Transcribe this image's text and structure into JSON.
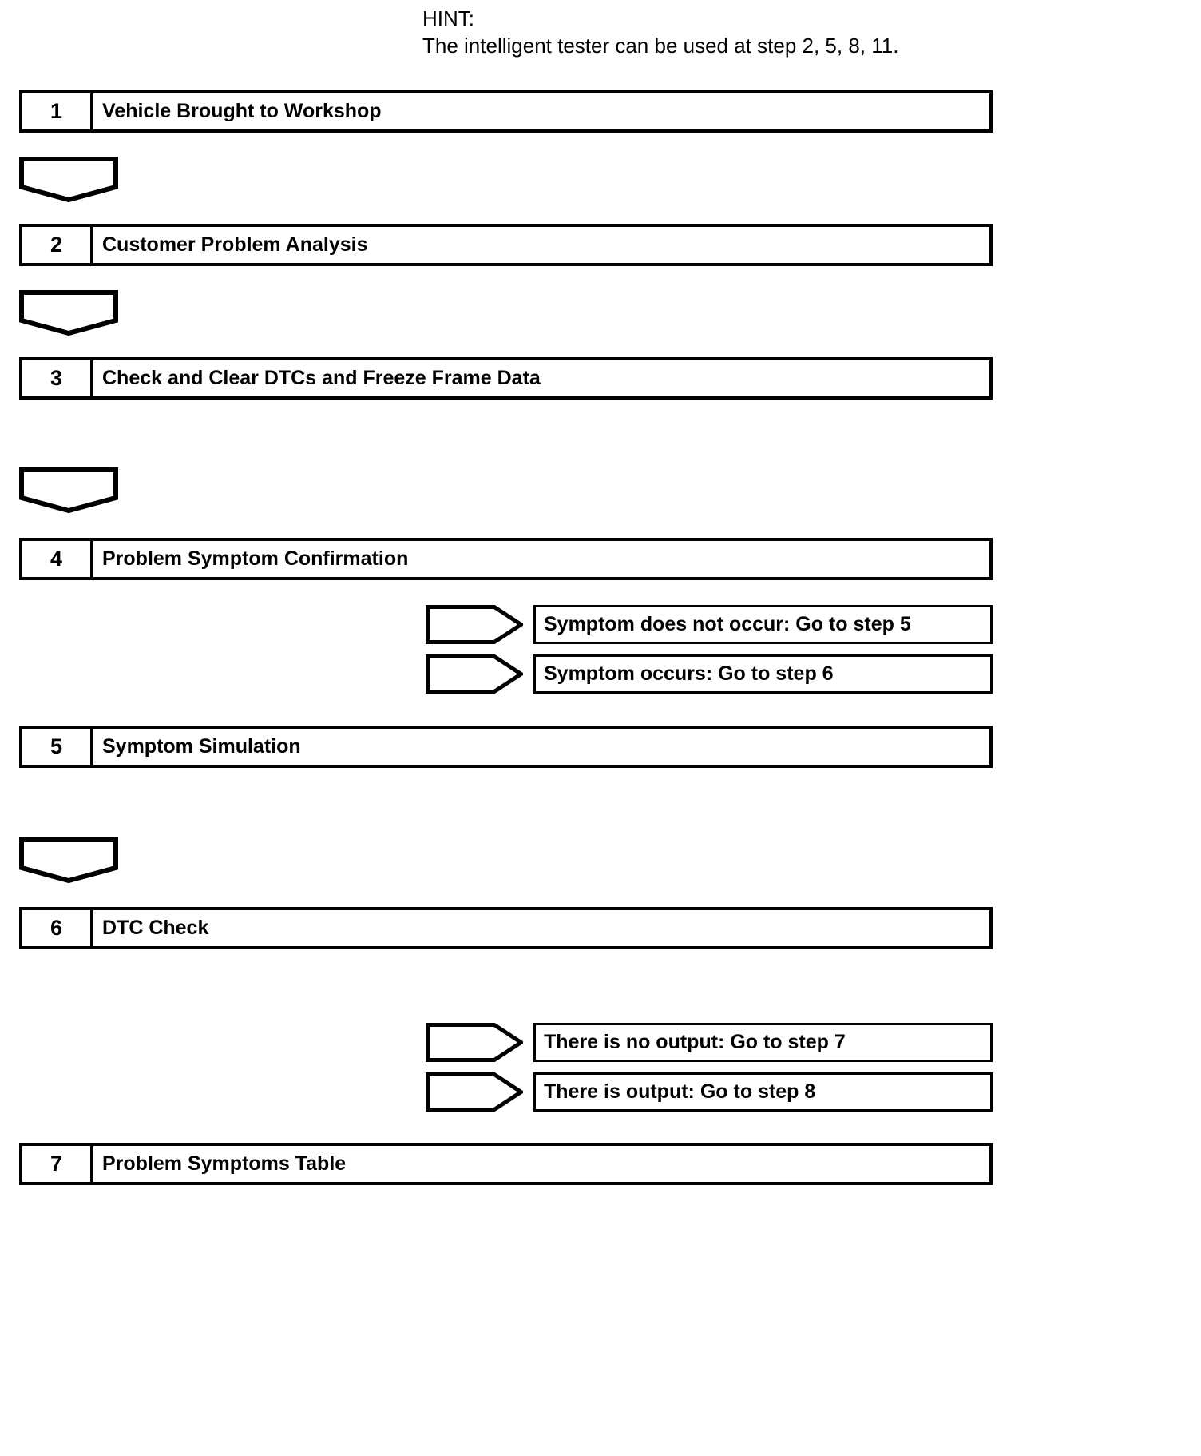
{
  "hint": {
    "title": "HINT:",
    "text": "The intelligent tester can be used at step 2, 5, 8, 11."
  },
  "flowchart": {
    "steps": [
      {
        "number": "1",
        "label": "Vehicle Brought to Workshop"
      },
      {
        "number": "2",
        "label": "Customer Problem Analysis"
      },
      {
        "number": "3",
        "label": "Check and Clear DTCs and Freeze Frame Data"
      },
      {
        "number": "4",
        "label": "Problem Symptom Confirmation"
      },
      {
        "number": "5",
        "label": "Symptom Simulation"
      },
      {
        "number": "6",
        "label": "DTC Check"
      },
      {
        "number": "7",
        "label": "Problem Symptoms Table"
      }
    ],
    "branches": [
      {
        "label": "Symptom does not occur: Go to step 5"
      },
      {
        "label": "Symptom occurs: Go to step 6"
      },
      {
        "label": "There is no output: Go to step 7"
      },
      {
        "label": "There is output: Go to step 8"
      }
    ],
    "colors": {
      "line": "#000000",
      "background": "#ffffff",
      "text": "#000000"
    }
  }
}
